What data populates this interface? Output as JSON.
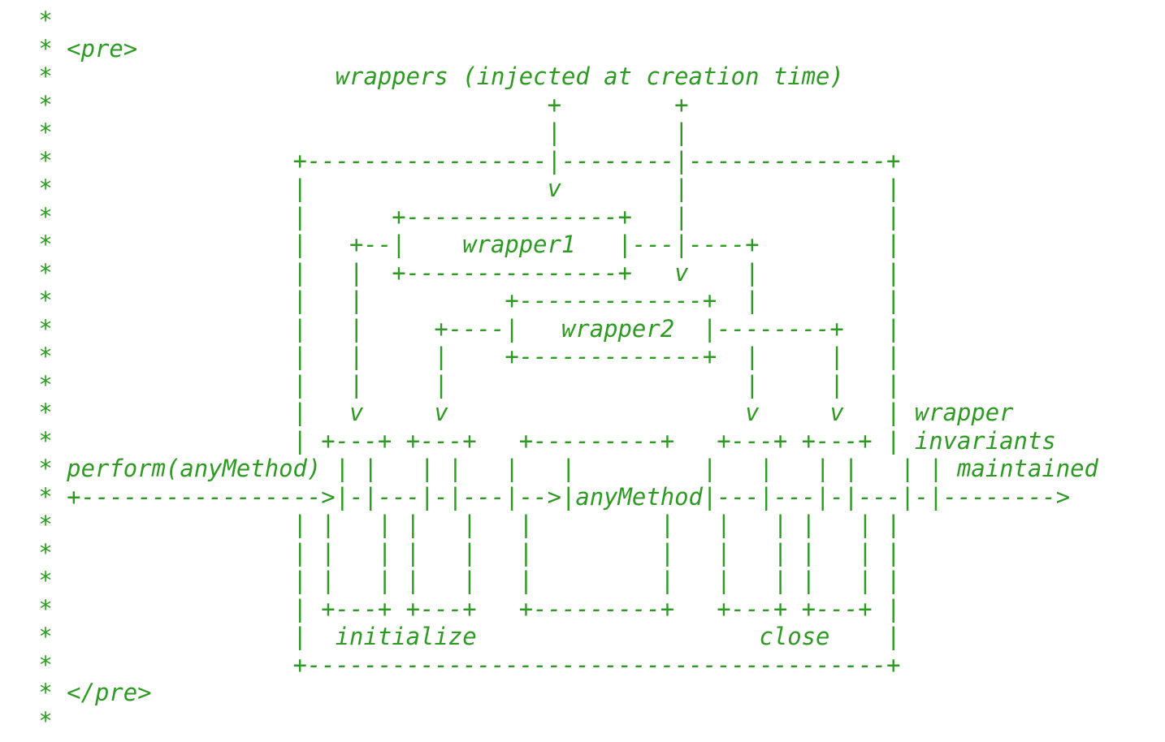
{
  "comment_block": {
    "text_color": "#2e9a23",
    "background_color": "#ffffff",
    "lines": [
      " *",
      " * <pre>",
      " *                    wrappers (injected at creation time)",
      " *                                   +        +",
      " *                                   |        |",
      " *                 +-----------------|--------|--------------+",
      " *                 |                 v        |              |",
      " *                 |      +---------------+   |              |",
      " *                 |   +--|    wrapper1   |---|----+         |",
      " *                 |   |  +---------------+   v    |         |",
      " *                 |   |          +-------------+  |         |",
      " *                 |   |     +----|   wrapper2  |--------+   |",
      " *                 |   |     |    +-------------+  |     |   |",
      " *                 |   |     |                     |     |   |",
      " *                 |   v     v                     v     v   | wrapper",
      " *                 | +---+ +---+   +---------+   +---+ +---+ | invariants",
      " * perform(anyMethod) | |   | |   |   |         |   |   | |   | | maintained",
      " * +----------------->|-|---|-|---|-->|anyMethod|---|---|-|---|-|-------->",
      " *                 | |   | |   |   |         |   |   | |   | |",
      " *                 | |   | |   |   |         |   |   | |   | |",
      " *                 | |   | |   |   |         |   |   | |   | |",
      " *                 | +---+ +---+   +---------+   +---+ +---+ |",
      " *                 |  initialize                    close    |",
      " *                 +-----------------------------------------+",
      " * </pre>",
      " *"
    ]
  }
}
